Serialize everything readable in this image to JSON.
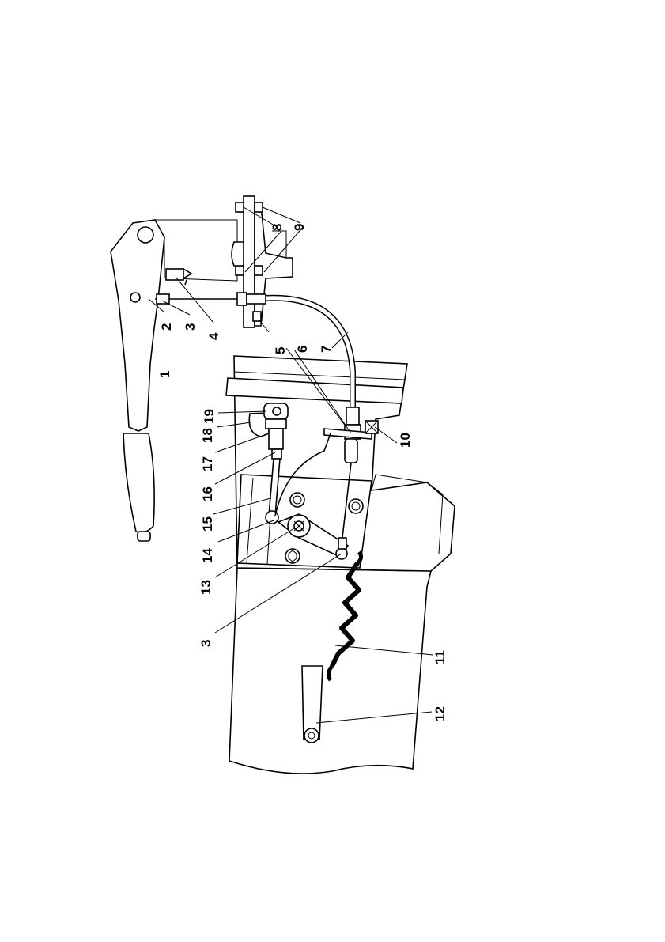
{
  "diagram": {
    "callouts": [
      {
        "id": "1",
        "label": "1"
      },
      {
        "id": "2",
        "label": "2"
      },
      {
        "id": "3a",
        "label": "3"
      },
      {
        "id": "4",
        "label": "4"
      },
      {
        "id": "5",
        "label": "5"
      },
      {
        "id": "6",
        "label": "6"
      },
      {
        "id": "7",
        "label": "7"
      },
      {
        "id": "8",
        "label": "8"
      },
      {
        "id": "9",
        "label": "9"
      },
      {
        "id": "10",
        "label": "10"
      },
      {
        "id": "11",
        "label": "11"
      },
      {
        "id": "12",
        "label": "12"
      },
      {
        "id": "3b",
        "label": "3"
      },
      {
        "id": "13",
        "label": "13"
      },
      {
        "id": "14",
        "label": "14"
      },
      {
        "id": "15",
        "label": "15"
      },
      {
        "id": "16",
        "label": "16"
      },
      {
        "id": "17",
        "label": "17"
      },
      {
        "id": "18",
        "label": "18"
      },
      {
        "id": "19",
        "label": "19"
      }
    ]
  }
}
